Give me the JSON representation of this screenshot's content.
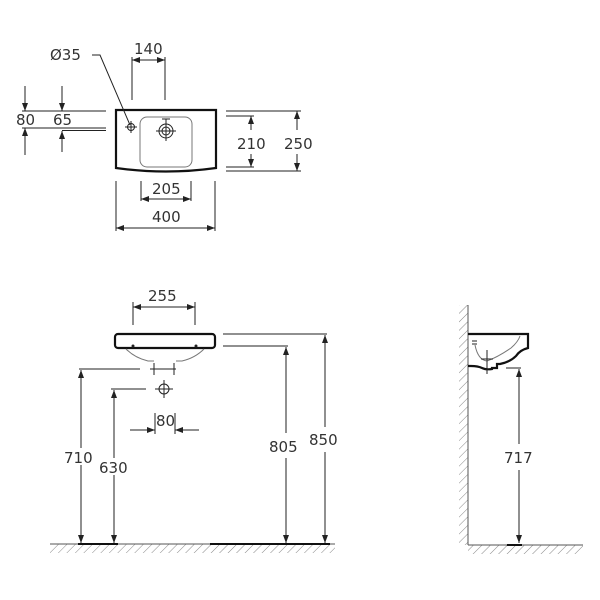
{
  "top_view": {
    "tap_hole_diameter": "Ø35",
    "tap_to_drain": "140",
    "rim_depth": "80",
    "tap_offset": "65",
    "bowl_depth": "210",
    "overall_depth": "250",
    "bowl_width": "205",
    "overall_width": "400"
  },
  "front_view": {
    "fixing_spacing": "255",
    "waste_spacing": "80",
    "supply_height": "710",
    "waste_height": "630",
    "underside_height": "805",
    "rim_height": "850"
  },
  "side_view": {
    "underside_height": "717"
  }
}
